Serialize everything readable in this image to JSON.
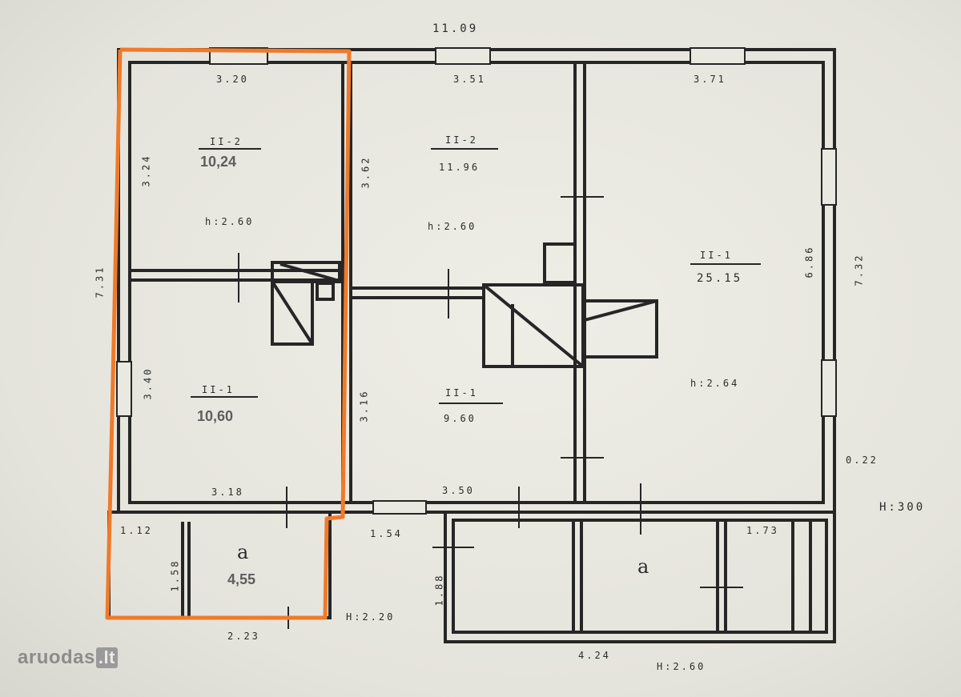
{
  "plan": {
    "overall_width": "11.09",
    "overall_depth_left": "7.31",
    "overall_depth_right": "7.32",
    "height_main": "H:300",
    "height_porch_left": "H:2.20",
    "height_porch_right": "H:2.60",
    "wall_thickness": "0.22"
  },
  "rooms": {
    "r1": {
      "code": "II-2",
      "width": "3.20",
      "depth": "3.24",
      "height": "h:2.60",
      "area": "10,24"
    },
    "r2": {
      "code": "II-2",
      "width": "3.51",
      "depth": "3.62",
      "area_orig": "11.96",
      "height": "h:2.60"
    },
    "r3": {
      "code": "II-1",
      "width": "3.71",
      "depth": "6.86",
      "area_orig": "25.15",
      "height": "h:2.64"
    },
    "r4": {
      "code": "II-1",
      "width": "3.18",
      "depth": "3.40",
      "area": "10,60"
    },
    "r5": {
      "code": "II-1",
      "width": "3.50",
      "depth": "3.16",
      "area_orig": "9.60"
    }
  },
  "annex": {
    "a_left": {
      "letter": "a",
      "area": "4,55",
      "small_width": "1.12",
      "depth": "1.58",
      "width": "2.23"
    },
    "a_mid": {
      "width": "1.54",
      "depth": "1.88"
    },
    "a_right": {
      "letter": "a",
      "width": "4.24",
      "right_width": "1.73"
    }
  },
  "watermark": {
    "text": "aruodas",
    "suffix": ".lt"
  },
  "colors": {
    "highlight": "#f07a2a",
    "ink": "#262626",
    "paper": "#e7e6df"
  }
}
